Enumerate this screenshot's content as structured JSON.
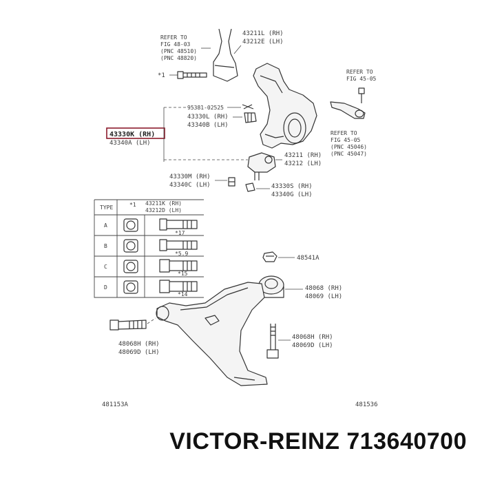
{
  "refs": {
    "refer_fig_48_03": [
      "REFER TO",
      "FIG 48-03",
      "(PNC 48510)",
      "(PNC 48820)"
    ],
    "refer_fig_45_05_top": [
      "REFER TO",
      "FIG 45-05"
    ],
    "refer_fig_45_05_side": [
      "REFER TO",
      "FIG 45-05",
      "(PNC 45046)",
      "(PNC 45047)"
    ]
  },
  "labels": {
    "l_43211L": "43211L (RH)",
    "l_43212E": "43212E (LH)",
    "l_star1": "*1",
    "l_95381": "95381-02525",
    "l_43330L": "43330L (RH)",
    "l_43340B": "43340B (LH)",
    "l_43330K": "43330K (RH)",
    "l_43340A": "43340A (LH)",
    "l_43211": "43211 (RH)",
    "l_43212": "43212 (LH)",
    "l_43330M": "43330M (RH)",
    "l_43340C": "43340C (LH)",
    "l_43330S": "43330S (RH)",
    "l_43340G": "43340G (LH)",
    "l_48541A": "48541A",
    "l_48068": "48068 (RH)",
    "l_48069": "48069 (LH)",
    "l_48068H_r": "48068H (RH)",
    "l_48069D_r": "48069D (LH)",
    "l_48068H_l": "48068H (RH)",
    "l_48069D_l": "48069D (LH)",
    "code_left": "481153A",
    "code_right": "481536"
  },
  "table": {
    "header_type": "TYPE",
    "header_star": "*1",
    "header_parts": [
      "43211K (RH)",
      "43212D (LH)"
    ],
    "rows": [
      {
        "type": "A",
        "mark": "*17"
      },
      {
        "type": "B",
        "mark": "*5.9"
      },
      {
        "type": "C",
        "mark": "*15"
      },
      {
        "type": "D",
        "mark": "*14"
      }
    ]
  },
  "footer": {
    "brand": "VICTOR-REINZ",
    "part_number": "713640700"
  },
  "colors": {
    "highlight_box": "#8b1a2b",
    "line": "#333333"
  }
}
